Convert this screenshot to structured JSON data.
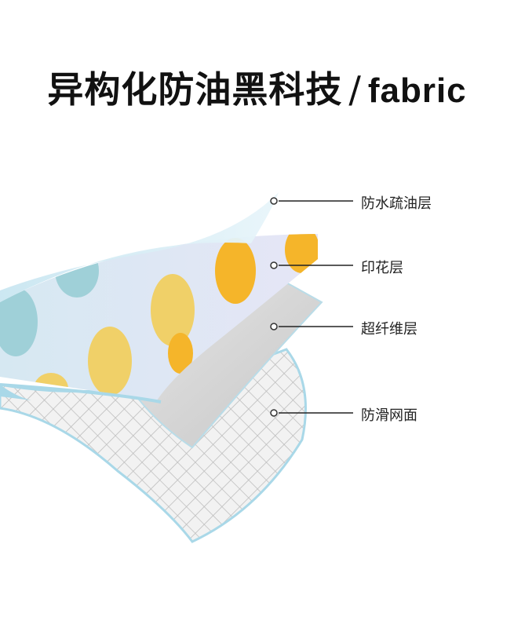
{
  "title": {
    "main": "异构化防油黑科技",
    "slash": "/",
    "en": "fabric"
  },
  "layers": [
    {
      "label": "防水疏油层"
    },
    {
      "label": "印花层"
    },
    {
      "label": "超纤维层"
    },
    {
      "label": "防滑网面"
    }
  ],
  "colors": {
    "background": "#ffffff",
    "film": "#d9eef6",
    "print_base": "#dde7f4",
    "dot_blue": "#9fd0d8",
    "dot_yellow": "#f0d068",
    "dot_orange": "#f5b52a",
    "fiber": "#d4d4d4",
    "mesh": "#ececec",
    "edge": "#a9d8e8",
    "leader_line": "#222222"
  }
}
